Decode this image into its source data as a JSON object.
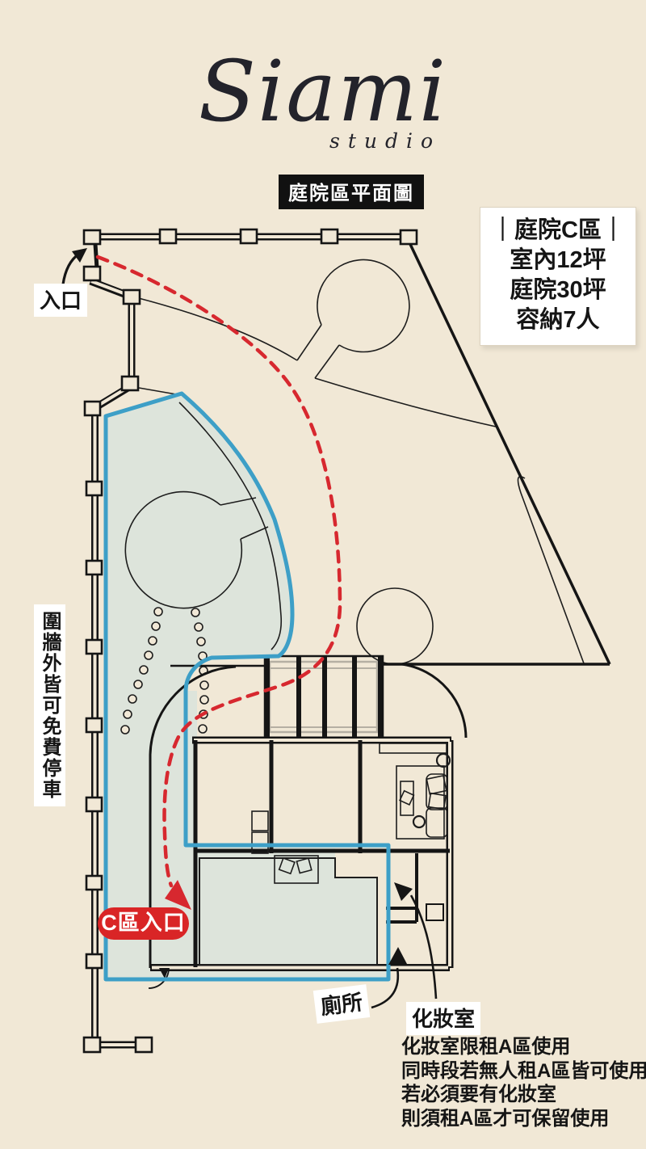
{
  "page": {
    "background": "#f1e8d6",
    "accent_red": "#d7282f",
    "zone_border_blue": "#3d9fc7",
    "zone_fill": "#dde4db",
    "line_black": "#151515"
  },
  "logo": {
    "name": "Siami",
    "sub": "studio"
  },
  "title": "庭院區平面圖",
  "info": {
    "lines": [
      "｜庭院C區｜",
      "室內12坪",
      "庭院30坪",
      "容納7人"
    ]
  },
  "labels": {
    "entrance": "入口",
    "parking": "圍牆外皆可免費停車",
    "c_entrance": "C區入口",
    "toilet": "廁所",
    "makeup": "化妝室"
  },
  "notes": {
    "lines": [
      "化妝室限租A區使用",
      "同時段若無人租A區皆可使用",
      "若必須要有化妝室",
      "則須租A區才可保留使用"
    ]
  }
}
